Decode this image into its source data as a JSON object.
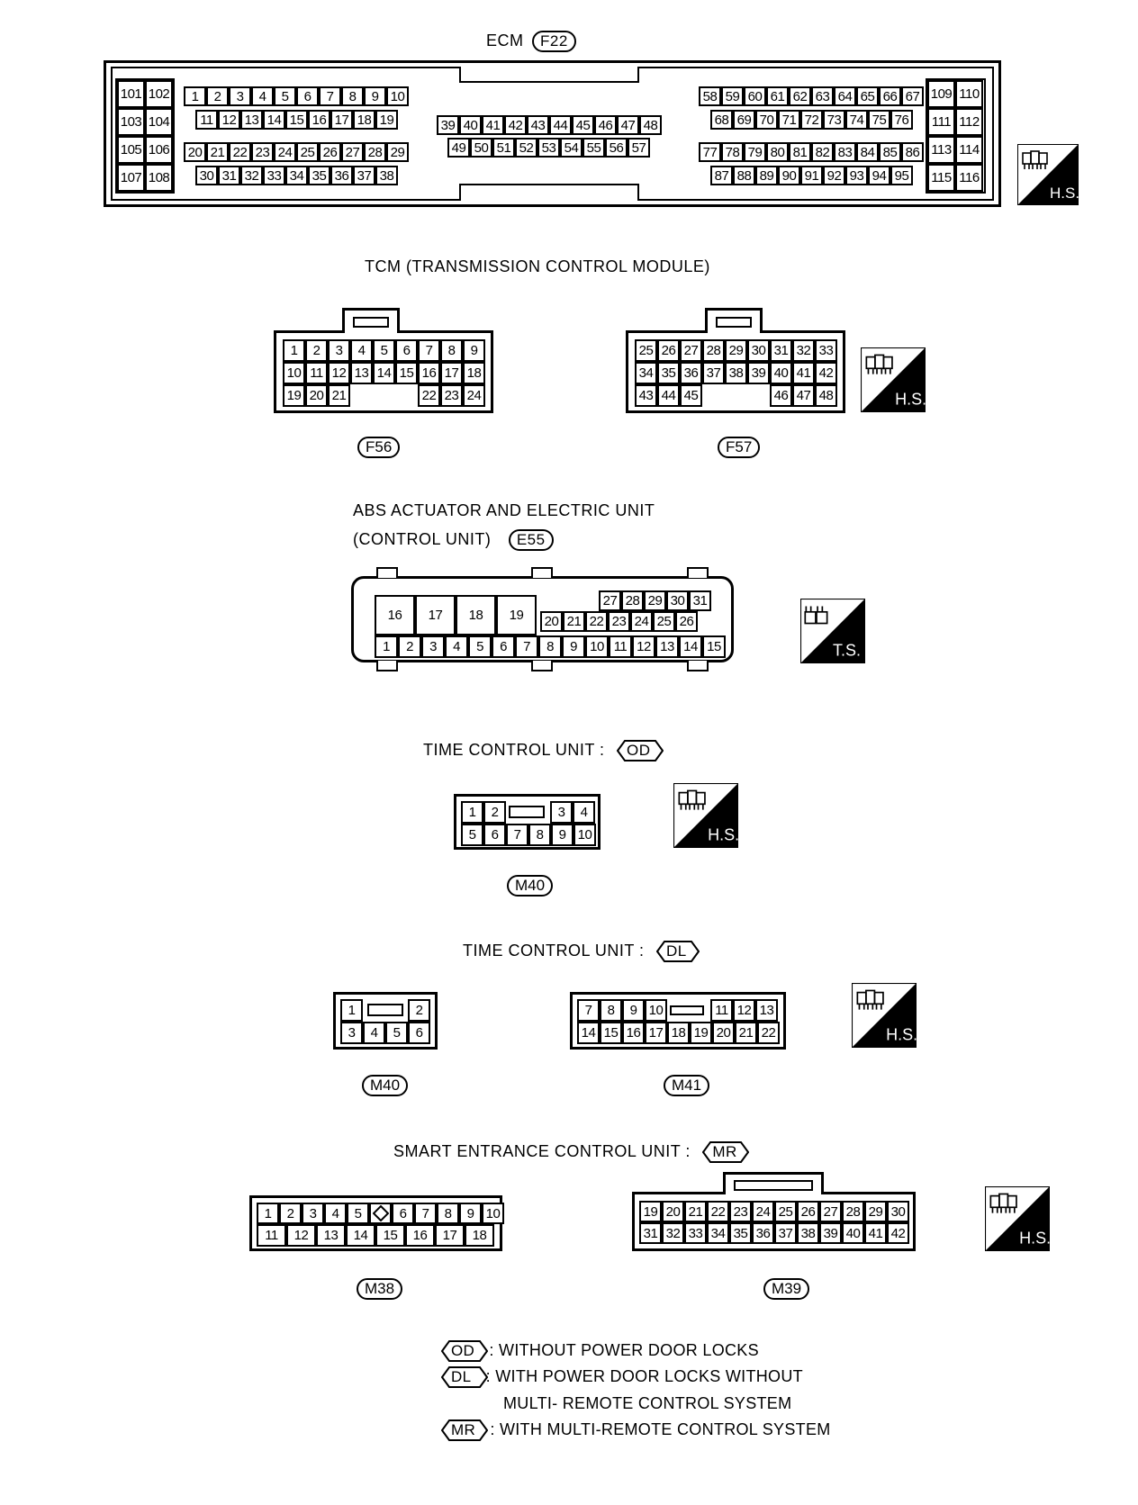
{
  "ecm": {
    "title": "ECM",
    "ref": "F22"
  },
  "tcm": {
    "title": "TCM (TRANSMISSION CONTROL MODULE)",
    "ref_left": "F56",
    "ref_right": "F57"
  },
  "abs": {
    "title_line1": "ABS ACTUATOR AND ELECTRIC UNIT",
    "title_line2": "(CONTROL UNIT)",
    "ref": "E55"
  },
  "tcu_od": {
    "title": "TIME CONTROL UNIT :",
    "tag": "OD",
    "ref": "M40"
  },
  "tcu_dl": {
    "title": "TIME CONTROL UNIT :",
    "tag": "DL",
    "ref_left": "M40",
    "ref_right": "M41"
  },
  "secu": {
    "title": "SMART ENTRANCE CONTROL UNIT :",
    "tag": "MR",
    "ref_left": "M38",
    "ref_right": "M39"
  },
  "badges": {
    "hs": "H.S.",
    "ts": "T.S."
  },
  "legend": {
    "od_tag": "OD",
    "od_text": ": WITHOUT POWER DOOR LOCKS",
    "dl_tag": "DL",
    "dl_text": ": WITH POWER DOOR LOCKS WITHOUT",
    "dl_text2": "MULTI- REMOTE CONTROL SYSTEM",
    "mr_tag": "MR",
    "mr_text": ": WITH MULTI-REMOTE CONTROL SYSTEM"
  },
  "pins": {
    "ecm_left_col": [
      "101",
      "102",
      "103",
      "104",
      "105",
      "106",
      "107",
      "108"
    ],
    "ecm_a1": [
      "1",
      "2",
      "3",
      "4",
      "5",
      "6",
      "7",
      "8",
      "9",
      "10"
    ],
    "ecm_a2": [
      "11",
      "12",
      "13",
      "14",
      "15",
      "16",
      "17",
      "18",
      "19"
    ],
    "ecm_b1": [
      "20",
      "21",
      "22",
      "23",
      "24",
      "25",
      "26",
      "27",
      "28",
      "29"
    ],
    "ecm_b2": [
      "30",
      "31",
      "32",
      "33",
      "34",
      "35",
      "36",
      "37",
      "38"
    ],
    "ecm_c1": [
      "39",
      "40",
      "41",
      "42",
      "43",
      "44",
      "45",
      "46",
      "47",
      "48"
    ],
    "ecm_c2": [
      "49",
      "50",
      "51",
      "52",
      "53",
      "54",
      "55",
      "56",
      "57"
    ],
    "ecm_d1": [
      "58",
      "59",
      "60",
      "61",
      "62",
      "63",
      "64",
      "65",
      "66",
      "67"
    ],
    "ecm_d2": [
      "68",
      "69",
      "70",
      "71",
      "72",
      "73",
      "74",
      "75",
      "76"
    ],
    "ecm_e1": [
      "77",
      "78",
      "79",
      "80",
      "81",
      "82",
      "83",
      "84",
      "85",
      "86"
    ],
    "ecm_e2": [
      "87",
      "88",
      "89",
      "90",
      "91",
      "92",
      "93",
      "94",
      "95"
    ],
    "ecm_right_col": [
      "109",
      "110",
      "111",
      "112",
      "113",
      "114",
      "115",
      "116"
    ],
    "f56_r1": [
      "1",
      "2",
      "3",
      "4",
      "5",
      "6",
      "7",
      "8",
      "9"
    ],
    "f56_r2": [
      "10",
      "11",
      "12",
      "13",
      "14",
      "15",
      "16",
      "17",
      "18"
    ],
    "f56_r3a": [
      "19",
      "20",
      "21"
    ],
    "f56_r3b": [
      "22",
      "23",
      "24"
    ],
    "f57_r1": [
      "25",
      "26",
      "27",
      "28",
      "29",
      "30",
      "31",
      "32",
      "33"
    ],
    "f57_r2": [
      "34",
      "35",
      "36",
      "37",
      "38",
      "39",
      "40",
      "41",
      "42"
    ],
    "f57_r3a": [
      "43",
      "44",
      "45"
    ],
    "f57_r3b": [
      "46",
      "47",
      "48"
    ],
    "e55_big": [
      "16",
      "17",
      "18",
      "19"
    ],
    "e55_top": [
      "27",
      "28",
      "29",
      "30",
      "31"
    ],
    "e55_mid": [
      "20",
      "21",
      "22",
      "23",
      "24",
      "25",
      "26"
    ],
    "e55_bot": [
      "1",
      "2",
      "3",
      "4",
      "5",
      "6",
      "7",
      "8",
      "9",
      "10",
      "11",
      "12",
      "13",
      "14",
      "15"
    ],
    "od_r1a": [
      "1",
      "2"
    ],
    "od_r1b": [
      "3",
      "4"
    ],
    "od_r2": [
      "5",
      "6",
      "7",
      "8",
      "9",
      "10"
    ],
    "dl40_r1a": [
      "1"
    ],
    "dl40_r1b": [
      "2"
    ],
    "dl40_r2": [
      "3",
      "4",
      "5",
      "6"
    ],
    "dl41_r1a": [
      "7",
      "8",
      "9",
      "10"
    ],
    "dl41_r1b": [
      "11",
      "12",
      "13"
    ],
    "dl41_r2": [
      "14",
      "15",
      "16",
      "17",
      "18",
      "19",
      "20",
      "21",
      "22"
    ],
    "m38_r1a": [
      "1",
      "2",
      "3",
      "4",
      "5"
    ],
    "m38_r1b": [
      "6",
      "7",
      "8",
      "9",
      "10"
    ],
    "m38_r2": [
      "11",
      "12",
      "13",
      "14",
      "15",
      "16",
      "17",
      "18"
    ],
    "m39_r1": [
      "19",
      "20",
      "21",
      "22",
      "23",
      "24",
      "25",
      "26",
      "27",
      "28",
      "29",
      "30"
    ],
    "m39_r2": [
      "31",
      "32",
      "33",
      "34",
      "35",
      "36",
      "37",
      "38",
      "39",
      "40",
      "41",
      "42"
    ]
  }
}
